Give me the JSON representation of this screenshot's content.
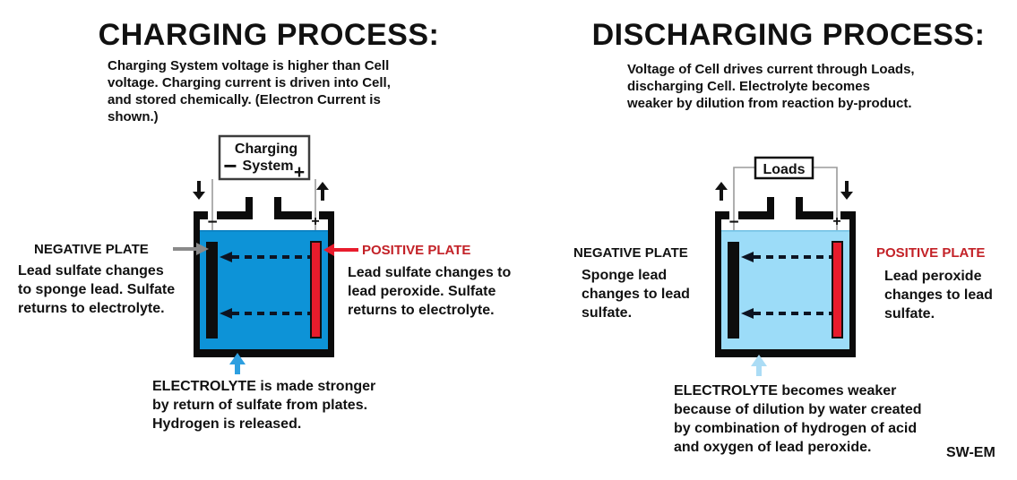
{
  "diagram": {
    "charging": {
      "title": "CHARGING PROCESS:",
      "description": "Charging System voltage is higher than Cell\nvoltage.  Charging current is driven into Cell,\nand stored chemically.  (Electron Current is\nshown.)",
      "source_box": {
        "line1": "Charging",
        "line2": "System",
        "minus": "−",
        "plus": "+"
      },
      "battery": {
        "negative_terminal": "−",
        "positive_terminal": "+"
      },
      "negative_plate": {
        "heading": "NEGATIVE PLATE",
        "body": "Lead sulfate changes\nto sponge lead.  Sulfate\nreturns to electrolyte."
      },
      "positive_plate": {
        "heading": "POSITIVE PLATE",
        "body": "Lead sulfate changes to\nlead peroxide. Sulfate\nreturns to electrolyte."
      },
      "electrolyte_note": "ELECTROLYTE is made stronger\nby return of sulfate from plates.\nHydrogen is released."
    },
    "discharging": {
      "title": "DISCHARGING PROCESS:",
      "description": "Voltage of Cell drives current through Loads,\ndischarging Cell.  Electrolyte becomes\nweaker by dilution from reaction by-product.",
      "load_box": {
        "label": "Loads"
      },
      "battery": {
        "negative_terminal": "−",
        "positive_terminal": "+"
      },
      "negative_plate": {
        "heading": "NEGATIVE PLATE",
        "body": "Sponge lead\nchanges to lead\nsulfate."
      },
      "positive_plate": {
        "heading": "POSITIVE PLATE",
        "body": "Lead peroxide\nchanges to lead\nsulfate."
      },
      "electrolyte_note": "ELECTROLYTE becomes weaker\nbecause of dilution by water created\nby combination of hydrogen of acid\nand oxygen of lead peroxide."
    },
    "watermark": "SW-EM"
  },
  "colors": {
    "strong_electrolyte": "#0d93d7",
    "weak_electrolyte": "#9cdcf8",
    "positive_red": "#e81c2c",
    "positive_label_red": "#c32127",
    "electron_flow_dash": "#0d1422",
    "wire_gray": "#9b9b9b",
    "pointer_gray": "#8a8a8a",
    "strong_arrow_blue": "#2d9fe0",
    "weak_arrow_blue": "#abdcf5"
  }
}
